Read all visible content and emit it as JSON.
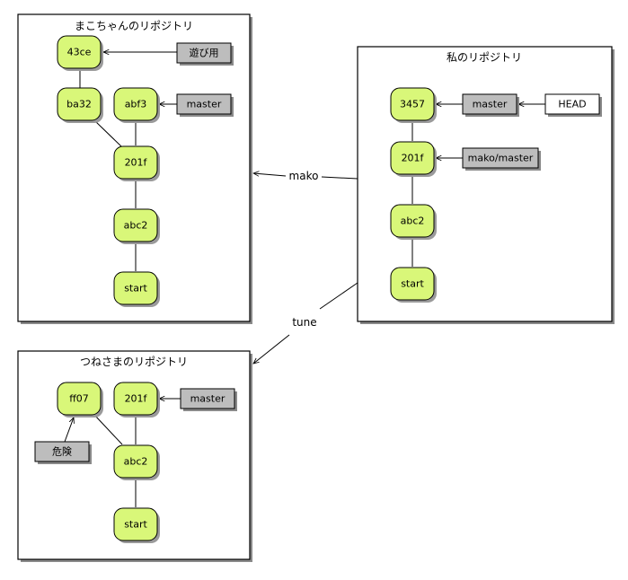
{
  "panels": {
    "mako": {
      "title": "まこちゃんのリポジトリ"
    },
    "mine": {
      "title": "私のリポジトリ"
    },
    "tune": {
      "title": "つねさまのリポジトリ"
    }
  },
  "commits": {
    "mako_43ce": "43ce",
    "mako_ba32": "ba32",
    "mako_abf3": "abf3",
    "mako_201f": "201f",
    "mako_abc2": "abc2",
    "mako_start": "start",
    "mine_3457": "3457",
    "mine_201f": "201f",
    "mine_abc2": "abc2",
    "mine_start": "start",
    "tune_ff07": "ff07",
    "tune_201f": "201f",
    "tune_abc2": "abc2",
    "tune_start": "start"
  },
  "refs": {
    "mako_play": "遊び用",
    "mako_master": "master",
    "mine_master": "master",
    "mine_head": "HEAD",
    "mine_mako_master": "mako/master",
    "tune_master": "master",
    "tune_danger": "危険"
  },
  "remotes": {
    "mako": "mako",
    "tune": "tune"
  },
  "colors": {
    "commit_fill": "#d9f779",
    "ref_fill": "#bdbdbd",
    "head_fill": "#ffffff"
  }
}
